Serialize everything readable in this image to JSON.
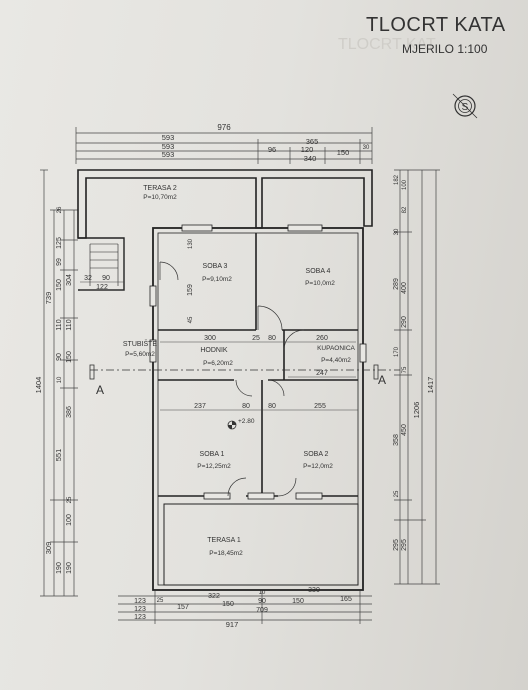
{
  "drawing": {
    "title": "TLOCRT KATA",
    "scale": "MJERILO 1:100",
    "compass": "S",
    "section_mark": "A"
  },
  "rooms": [
    {
      "name": "TERASA 2",
      "area": "P=10,70m2"
    },
    {
      "name": "SOBA 3",
      "area": "P=9,10m2"
    },
    {
      "name": "SOBA 4",
      "area": "P=10,0m2"
    },
    {
      "name": "STUBIŠTE",
      "area": "P=5,60m2"
    },
    {
      "name": "HODNIK",
      "area": "P=6,20m2"
    },
    {
      "name": "KUPAONICA",
      "area": "P=4,40m2"
    },
    {
      "name": "SOBA 1",
      "area": "P=12,25m2"
    },
    {
      "name": "SOBA 2",
      "area": "P=12,0m2"
    },
    {
      "name": "TERASA 1",
      "area": "P=18,45m2"
    }
  ],
  "elevation": "+2.80",
  "dims": {
    "top_total": "976",
    "top_593": "593",
    "top_365": "365",
    "top_96": "96",
    "top_120": "120",
    "top_150": "150",
    "top_340": "340",
    "top_30": "30",
    "left_total": "1404",
    "left_739": "739",
    "left_551": "551",
    "left_309": "309",
    "left_99": "99",
    "left_125": "125",
    "left_150": "150",
    "left_304": "304",
    "left_110": "110",
    "left_90": "90",
    "left_10": "10",
    "left_386": "386",
    "left_100": "100",
    "left_190": "190",
    "left_25": "25",
    "left_26": "26",
    "right_total": "1417",
    "right_1206": "1206",
    "right_450": "450",
    "right_400": "400",
    "right_358": "358",
    "right_289": "289",
    "right_295": "295",
    "right_290": "290",
    "right_182": "182",
    "right_100": "100",
    "right_82": "82",
    "right_30": "30",
    "right_170": "170",
    "right_75": "75",
    "right_25": "25",
    "bottom_123": "123",
    "bottom_25": "25",
    "bottom_322": "322",
    "bottom_10": "10",
    "bottom_330": "330",
    "bottom_157": "157",
    "bottom_150": "150",
    "bottom_90": "90",
    "bottom_165": "165",
    "bottom_709": "709",
    "bottom_917": "917",
    "int_237": "237",
    "int_80": "80",
    "int_255": "255",
    "int_300": "300",
    "int_25": "25",
    "int_260": "260",
    "int_247": "247",
    "int_32": "32",
    "int_90": "90",
    "int_122": "122",
    "int_159": "159",
    "int_45": "45",
    "int_130": "130"
  }
}
